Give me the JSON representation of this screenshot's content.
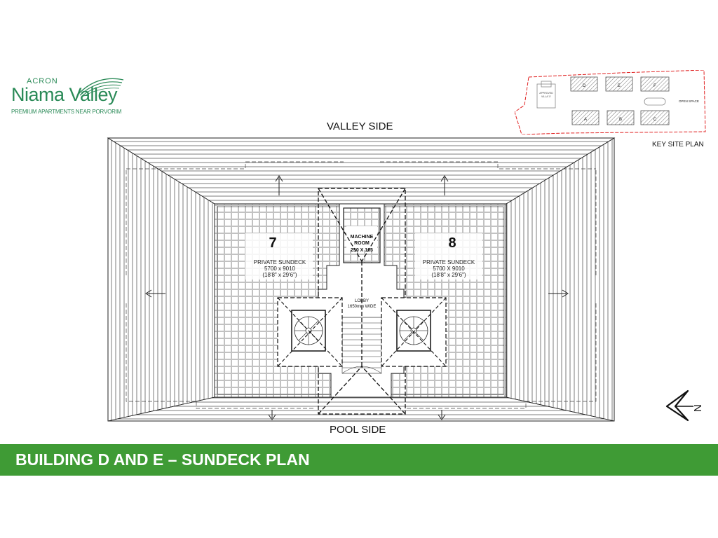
{
  "logo": {
    "brand": "ACRON",
    "name": "Niama Valley",
    "tagline": "PREMIUM APARTMENTS NEAR PORVORIM"
  },
  "labels": {
    "valley_side": "VALLEY SIDE",
    "pool_side": "POOL SIDE",
    "key_site_plan": "KEY SITE PLAN"
  },
  "plan": {
    "units": [
      {
        "number": "7",
        "name": "PRIVATE SUNDECK",
        "size_mm": "5700 x 9010",
        "size_ft": "(18'8\" x 29'6\")"
      },
      {
        "number": "8",
        "name": "PRIVATE SUNDECK",
        "size_mm": "5700 X 9010",
        "size_ft": "(18'8\" x 29'6\")"
      }
    ],
    "machine_room": {
      "line1": "MACHINE",
      "line2": "ROOM",
      "line3": "250 X 165"
    },
    "lobby": {
      "line1": "LOBBY",
      "line2": "1650mm WIDE"
    }
  },
  "key_plan": {
    "blocks": [
      "D",
      "E",
      "F",
      "A",
      "B",
      "C"
    ],
    "villa_label_1": "APPROVED",
    "villa_label_2": "VILLA 'X'",
    "open_space": "OPEN SPACE"
  },
  "banner": {
    "title": "BUILDING D AND E – SUNDECK PLAN"
  },
  "colors": {
    "brand_green": "#2a8a57",
    "banner_green": "#3f9b35",
    "site_boundary": "#e02020"
  },
  "compass": {
    "north_letter": "N"
  }
}
